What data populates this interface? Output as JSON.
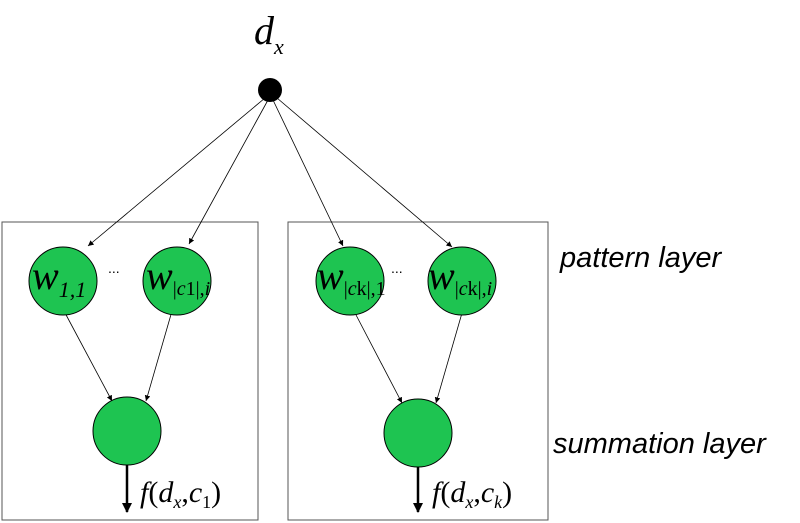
{
  "colors": {
    "node_fill": "#1ec451",
    "node_stroke": "#000000",
    "input_node_fill": "#000000",
    "edge": "#000000",
    "box_stroke": "#555555"
  },
  "input_node": {
    "label_main": "d",
    "label_sub": "x"
  },
  "layers": {
    "pattern_label": "pattern layer",
    "summation_label": "summation layer"
  },
  "groups": [
    {
      "pattern_nodes": [
        {
          "main": "w",
          "sub": "1,1"
        },
        {
          "main": "w",
          "sub_pre": "|",
          "sub_c": "c",
          "sub_num": "1|,",
          "sub_i": "i"
        }
      ],
      "ellipsis": "...",
      "output": {
        "f": "f",
        "open": "(",
        "d": "d",
        "x": "x",
        "comma": ",",
        "c": "c",
        "csub": "1",
        "close": ")"
      }
    },
    {
      "pattern_nodes": [
        {
          "main": "w",
          "sub_pre": "|",
          "sub_c": "c",
          "sub_num": "k|,1"
        },
        {
          "main": "w",
          "sub_pre": "|",
          "sub_c": "c",
          "sub_num": "k|,",
          "sub_i": "i"
        }
      ],
      "ellipsis": "...",
      "output": {
        "f": "f",
        "open": "(",
        "d": "d",
        "x": "x",
        "comma": ",",
        "c": "c",
        "csub": "k",
        "close": ")"
      }
    }
  ]
}
